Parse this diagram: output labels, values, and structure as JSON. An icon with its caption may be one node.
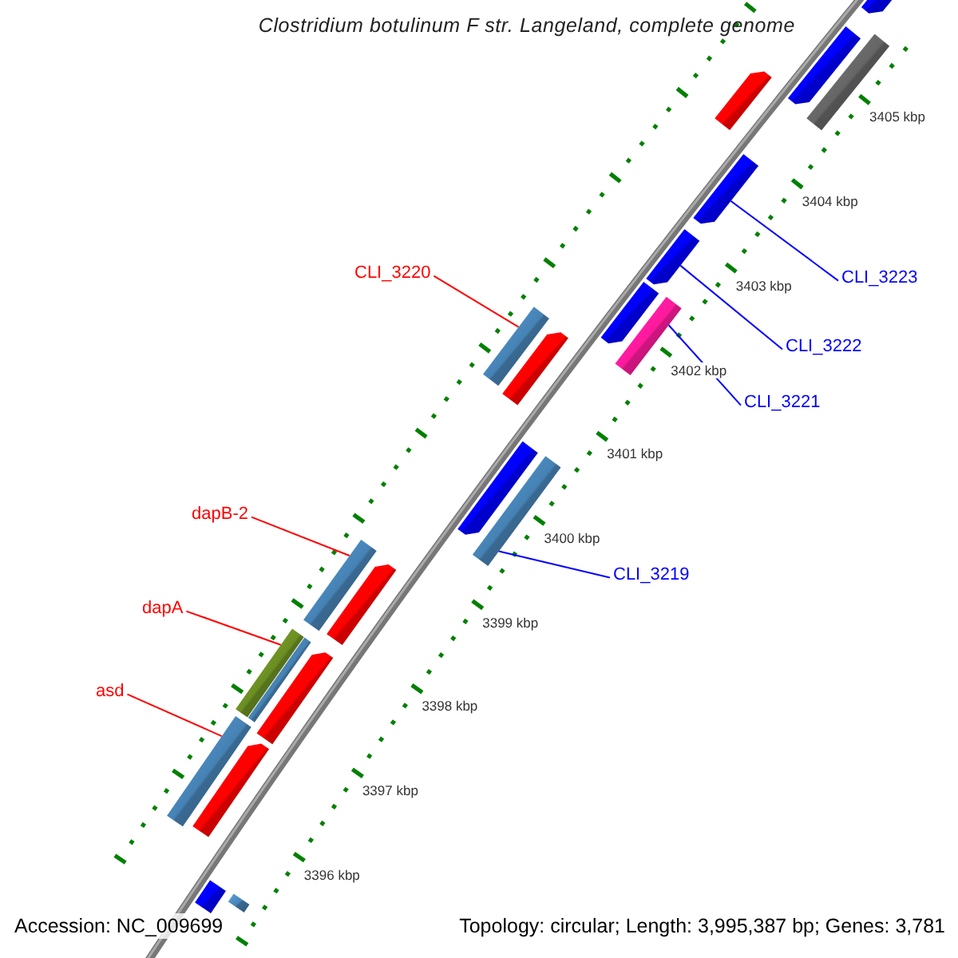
{
  "diagram": {
    "title": "Clostridium botulinum F str. Langeland, complete genome",
    "nodes": [
      {
        "text": [
          "CLI_3220"
        ]
      },
      {
        "text": [
          "CLI_3223"
        ]
      },
      {
        "text": [
          "CLI_3222"
        ]
      },
      {
        "text": [
          "CLI_3221"
        ]
      },
      {
        "text": [
          "CLI_3219"
        ]
      },
      {
        "text": [
          "dapB-2"
        ]
      },
      {
        "text": [
          "dapA"
        ]
      },
      {
        "text": [
          "asd"
        ]
      },
      {
        "text": [],
        "shape": "bar"
      },
      {
        "text": [],
        "shape": "bar"
      },
      {
        "text": [],
        "shape": "bar"
      },
      {
        "text": [],
        "shape": "bar"
      },
      {
        "text": [],
        "shape": "bar"
      },
      {
        "text": [],
        "shape": "bar"
      },
      {
        "text": [],
        "shape": "bar"
      },
      {
        "text": [],
        "shape": "bar"
      },
      {
        "text": [],
        "shape": "bar"
      },
      {
        "text": [],
        "shape": "bar"
      },
      {
        "text": [],
        "shape": "bar"
      },
      {
        "text": [],
        "shape": "bar"
      },
      {
        "text": [],
        "shape": "bar"
      },
      {
        "text": [],
        "shape": "bar"
      },
      {
        "text": [],
        "shape": "bar"
      },
      {
        "text": [],
        "shape": "bar"
      },
      {
        "text": [],
        "shape": "bar"
      },
      {
        "text": [],
        "shape": "bar"
      },
      {
        "text": [],
        "shape": "bar"
      },
      {
        "text": [],
        "shape": "bar"
      },
      {
        "text": [],
        "shape": "bar"
      }
    ],
    "edges": [
      {
        "from": 0,
        "to": 16,
        "arrow": "none",
        "color": "#ff0000"
      },
      {
        "from": 1,
        "to": 12,
        "arrow": "none",
        "color": "#0000ff"
      },
      {
        "from": 2,
        "to": 13,
        "arrow": "none",
        "color": "#0000ff"
      },
      {
        "from": 3,
        "to": 15,
        "arrow": "none",
        "color": "#0000ff"
      },
      {
        "from": 4,
        "to": 19,
        "arrow": "none",
        "color": "#0000ff"
      },
      {
        "from": 5,
        "to": 20,
        "arrow": "none",
        "color": "#ff0000"
      },
      {
        "from": 6,
        "to": 22,
        "arrow": "none",
        "color": "#ff0000"
      },
      {
        "from": 7,
        "to": 25,
        "arrow": "none",
        "color": "#ff0000"
      }
    ],
    "labels": [
      "3405 kbp",
      "3404 kbp",
      "3403 kbp",
      "3402 kbp",
      "3401 kbp",
      "3400 kbp",
      "3399 kbp",
      "3398 kbp",
      "3397 kbp",
      "3396 kbp",
      "Accession: NC_009699",
      "Topology: circular; Length: 3,995,387 bp; Genes: 3,781"
    ]
  }
}
